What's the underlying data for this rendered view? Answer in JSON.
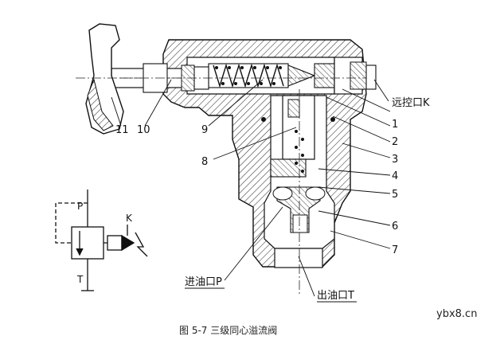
{
  "part_labels": {
    "p1": "1",
    "p2": "2",
    "p3": "3",
    "p4": "4",
    "p5": "5",
    "p6": "6",
    "p7": "7",
    "p8": "8",
    "p9": "9",
    "p10": "10",
    "p11": "11"
  },
  "port_labels": {
    "remote": "远控口K",
    "inlet": "进油口P",
    "outlet": "出油口T"
  },
  "symbol_labels": {
    "p": "P",
    "t": "T",
    "k": "K"
  },
  "caption": "图 5-7   三级同心溢流阀",
  "watermark": "ybx8.cn"
}
